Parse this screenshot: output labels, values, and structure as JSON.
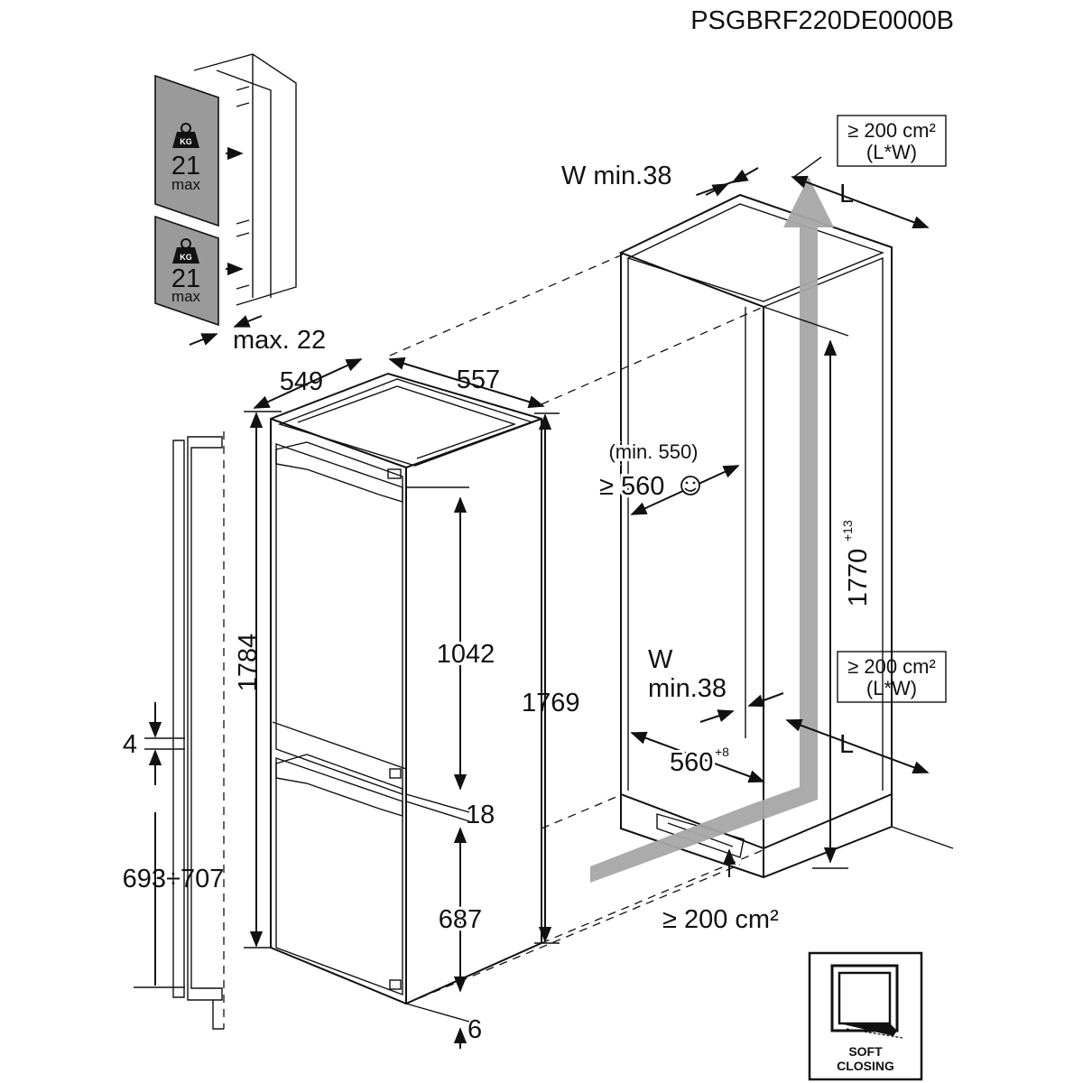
{
  "model_code": "PSGBRF220DE0000B",
  "door_panels": [
    {
      "weight_value": "21",
      "weight_unit": "max",
      "icon": "kg-weight-icon",
      "icon_text": "KG"
    },
    {
      "weight_value": "21",
      "weight_unit": "max",
      "icon": "kg-weight-icon",
      "icon_text": "KG"
    }
  ],
  "panel_thickness": "max. 22",
  "appliance": {
    "depth": "549",
    "width": "557",
    "height_outer": "1784",
    "height_body": "1769",
    "upper_door": "1042",
    "gap_middle": "18",
    "lower_door": "687",
    "bottom_offset": "6"
  },
  "side_profile": {
    "gap": "4",
    "lower_door_range": "693÷707"
  },
  "niche": {
    "vent_top_area": "≥ 200 cm²",
    "vent_top_formula": "(L*W)",
    "vent_mid_area": "≥ 200 cm²",
    "vent_mid_formula": "(L*W)",
    "vent_bottom_area": "≥ 200 cm²",
    "gap_top": "W min.38",
    "gap_bottom_w": "W",
    "gap_bottom_min": "min.38",
    "length_top": "L",
    "length_bottom": "L",
    "depth_min": "(min. 550)",
    "depth_recommended": "≥ 560",
    "depth_recommended_icon": "smiley-icon",
    "height_value": "1770",
    "height_tolerance": "+13",
    "width_value": "560",
    "width_tolerance": "+8"
  },
  "badge": {
    "line1": "SOFT",
    "line2": "CLOSING",
    "icon": "soft-closing-door-icon"
  },
  "colors": {
    "line": "#111111",
    "panel_gray": "#9a9a9a",
    "airflow_gray": "#a6a6a6"
  }
}
